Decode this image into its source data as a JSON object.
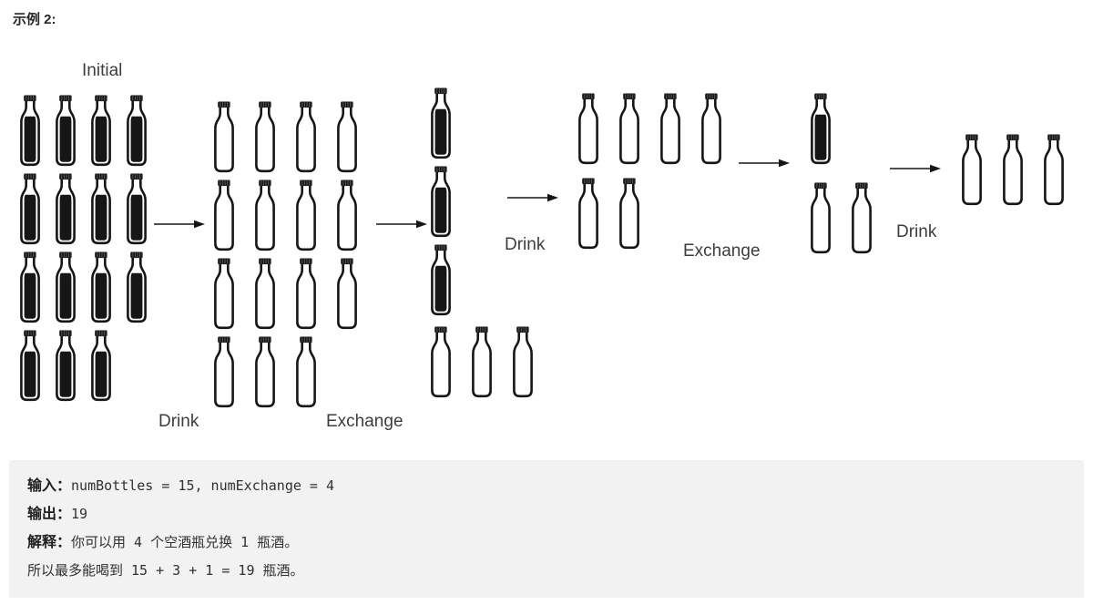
{
  "heading": "示例 2:",
  "diagram": {
    "initial_label": "Initial",
    "step_labels": {
      "drink_1": "Drink",
      "exchange_1": "Exchange",
      "drink_2": "Drink",
      "exchange_2": "Exchange",
      "drink_3": "Drink"
    },
    "groups": [
      {
        "name": "initial-15-full-bottles",
        "rows": [
          [
            "full",
            "full",
            "full",
            "full"
          ],
          [
            "full",
            "full",
            "full",
            "full"
          ],
          [
            "full",
            "full",
            "full",
            "full"
          ],
          [
            "full",
            "full",
            "full"
          ]
        ]
      },
      {
        "name": "after-drink-15-empty-bottles",
        "rows": [
          [
            "empty",
            "empty",
            "empty",
            "empty"
          ],
          [
            "empty",
            "empty",
            "empty",
            "empty"
          ],
          [
            "empty",
            "empty",
            "empty",
            "empty"
          ],
          [
            "empty",
            "empty",
            "empty"
          ]
        ]
      },
      {
        "name": "after-exchange-3-full-3-empty",
        "rows": [
          [
            "full"
          ],
          [
            "full"
          ],
          [
            "full"
          ],
          [
            "empty",
            "empty",
            "empty"
          ]
        ]
      },
      {
        "name": "after-drink-6-empty",
        "rows": [
          [
            "empty",
            "empty",
            "empty",
            "empty"
          ],
          [
            "empty",
            "empty"
          ]
        ]
      },
      {
        "name": "after-exchange-1-full-2-empty",
        "rows": [
          [
            "full"
          ],
          [
            "empty",
            "empty"
          ]
        ]
      },
      {
        "name": "final-3-empty",
        "rows": [
          [
            "empty",
            "empty",
            "empty"
          ]
        ]
      }
    ]
  },
  "example": {
    "input_label": "输入：",
    "input_value": "numBottles = 15, numExchange = 4",
    "output_label": "输出：",
    "output_value": "19",
    "explanation_label": "解释：",
    "explanation_line1": "你可以用 4 个空酒瓶兑换 1 瓶酒。",
    "explanation_line2": "所以最多能喝到 15 + 3 + 1 = 19 瓶酒。"
  },
  "colors": {
    "outline": "#161616",
    "label_text": "#3d3d3d",
    "block_bg": "#f2f2f2"
  }
}
